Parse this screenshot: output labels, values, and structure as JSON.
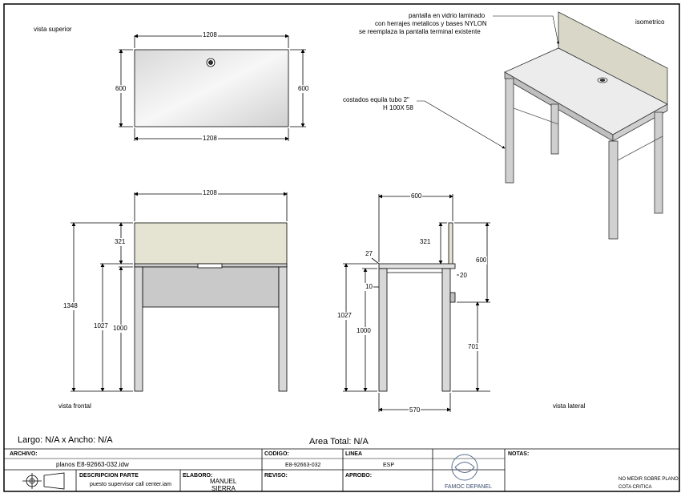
{
  "views": {
    "superior": "vista superior",
    "isometric": "isometrico",
    "frontal": "vista frontal",
    "lateral": "vista lateral"
  },
  "notes": {
    "screen_line1": "pantalla en vidrio laminado",
    "screen_line2": "con herrajes metalicos y bases NYLON",
    "screen_line3": "se reemplaza la pantalla terminal existente",
    "legs_line1": "costados equila tubo 2\"",
    "legs_line2": "H 100X 58"
  },
  "dimensions": {
    "top_width_upper": "1208",
    "top_width_lower": "1208",
    "top_depth_left": "600",
    "top_depth_right": "600",
    "front_width": "1208",
    "front_screen_h": "321",
    "front_total_h": "1348",
    "front_top_h": "1027",
    "front_leg_h": "1000",
    "side_depth": "600",
    "side_screen_h": "321",
    "side_27": "27",
    "side_10": "10",
    "side_600": "600",
    "side_20": "20",
    "side_top_h": "1027",
    "side_leg_h": "1000",
    "side_701": "701",
    "side_base": "570"
  },
  "summary": {
    "size": "Largo: N/A x Ancho: N/A",
    "area": "Area Total: N/A"
  },
  "title_block": {
    "archivo_label": "ARCHIVO:",
    "archivo_value": "planos E8-92663-032.idw",
    "codigo_label": "CODIGO:",
    "codigo_value": "E8-92663-032",
    "linea_label": "LINEA",
    "linea_value": "ESP",
    "notas_label": "NOTAS:",
    "descripcion_label": "DESCRIPCION PARTE",
    "descripcion_value": "puesto supervisor call center.iam",
    "elaboro_label": "ELABORO:",
    "elaboro_value_1": "MANUEL",
    "elaboro_value_2": "SIERRA",
    "reviso_label": "REVISO:",
    "aprobo_label": "APROBO:",
    "company": "FAMOC DEPANEL",
    "note_1": "NO MEDIR SOBRE PLANO",
    "note_2": "COTA CRITICA"
  }
}
